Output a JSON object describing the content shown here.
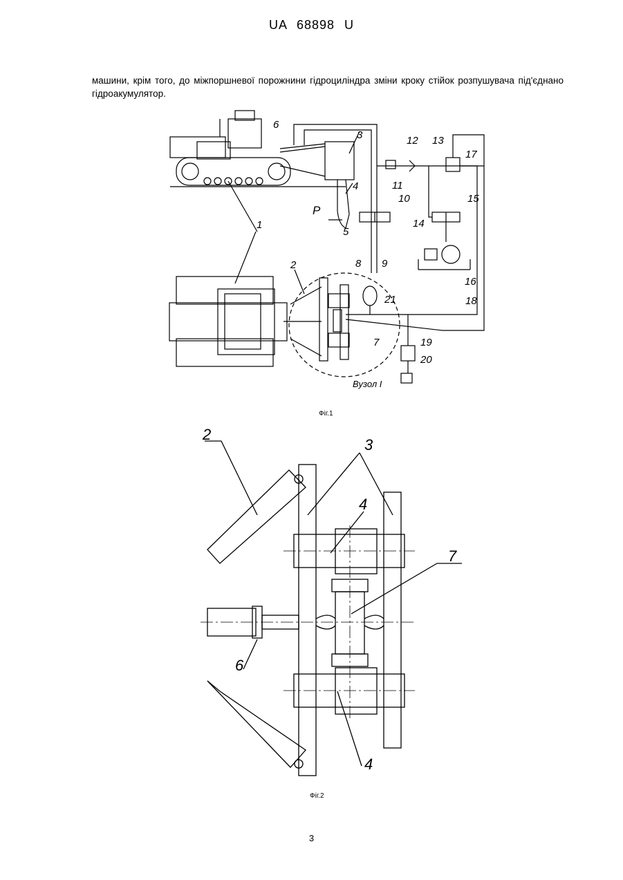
{
  "header": {
    "doc_id": "UA  68898  U"
  },
  "body": {
    "paragraph": "машини, крім того, до міжпоршневої порожнини гідроциліндра зміни кроку стійок розпушувача під'єднано гідроакумулятор."
  },
  "figure1": {
    "caption": "Фіг.1",
    "labels": [
      "1",
      "2",
      "3",
      "4",
      "5",
      "6",
      "7",
      "8",
      "9",
      "10",
      "11",
      "12",
      "13",
      "14",
      "15",
      "16",
      "17",
      "18",
      "19",
      "20",
      "21",
      "P",
      "Вузол I"
    ]
  },
  "figure2": {
    "caption": "Фіг.2",
    "labels": [
      "2",
      "3",
      "4",
      "7",
      "6",
      "4"
    ]
  },
  "footer": {
    "page_number": "3"
  }
}
